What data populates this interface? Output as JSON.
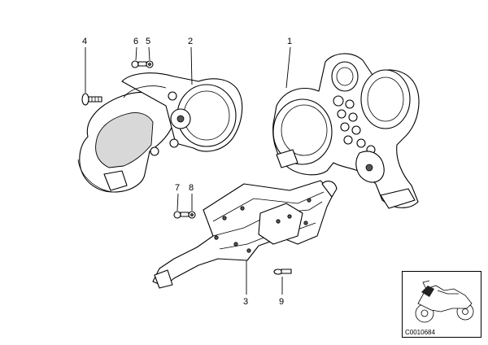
{
  "callouts": {
    "p1": "1",
    "p2": "2",
    "p3": "3",
    "p4": "4",
    "p5": "5",
    "p6": "6",
    "p7": "7",
    "p8": "8",
    "p9": "9"
  },
  "inset": {
    "code": "C0010684"
  }
}
